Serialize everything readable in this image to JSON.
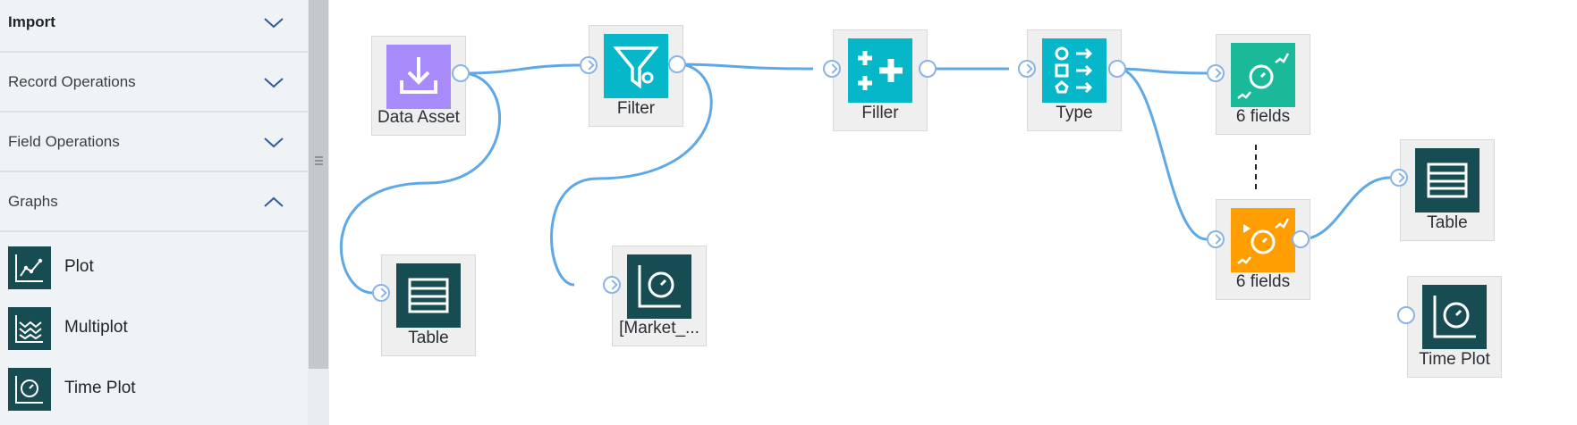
{
  "colors": {
    "sidebar_bg": "#f0f3f6",
    "link": "#5fa8e8",
    "port_border": "#8ab4e6",
    "dark_teal": "#174d52",
    "purple": "#a78bfa",
    "cyan": "#06b6c9",
    "green": "#1ab99a",
    "orange": "#ff9e00",
    "chevron": "#2f5c9c"
  },
  "sidebar": {
    "categories": [
      {
        "label": "Import",
        "expanded": false
      },
      {
        "label": "Record Operations",
        "expanded": false
      },
      {
        "label": "Field Operations",
        "expanded": false
      },
      {
        "label": "Graphs",
        "expanded": true
      }
    ],
    "items": [
      {
        "label": "Plot",
        "icon": "plot-icon"
      },
      {
        "label": "Multiplot",
        "icon": "multiplot-icon"
      },
      {
        "label": "Time Plot",
        "icon": "time-plot-icon"
      }
    ]
  },
  "nodes": {
    "data_asset": {
      "label": "Data Asset",
      "icon": "download-icon",
      "color": "#a78bfa"
    },
    "filter": {
      "label": "Filter",
      "icon": "filter-icon",
      "color": "#06b6c9"
    },
    "filler": {
      "label": "Filler",
      "icon": "filler-icon",
      "color": "#06b6c9"
    },
    "type": {
      "label": "Type",
      "icon": "type-icon",
      "color": "#06b6c9"
    },
    "model_green": {
      "label": "6 fields",
      "icon": "model-icon",
      "color": "#1ab99a"
    },
    "model_orange": {
      "label": "6 fields",
      "icon": "model-nugget-icon",
      "color": "#ff9e00"
    },
    "table_a": {
      "label": "Table",
      "icon": "table-icon",
      "color": "#174d52"
    },
    "market": {
      "label": "[Market_...",
      "icon": "time-plot-icon",
      "color": "#174d52"
    },
    "table_b": {
      "label": "Table",
      "icon": "table-icon",
      "color": "#174d52"
    },
    "time_plot": {
      "label": "Time Plot",
      "icon": "time-plot-icon",
      "color": "#174d52"
    }
  }
}
